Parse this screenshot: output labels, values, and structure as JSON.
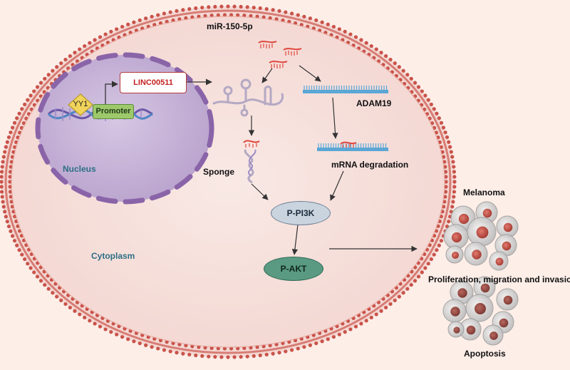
{
  "labels": {
    "mirna": "miR-150-5p",
    "lncrna": "LINC00511",
    "tf": "YY1",
    "promoter": "Promoter",
    "target_gene": "ADAM19",
    "mrna_degradation": "mRNA degradation",
    "sponge": "Sponge",
    "nucleus": "Nucleus",
    "cytoplasm": "Cytoplasm",
    "p_pi3k": "P-PI3K",
    "p_akt": "P-AKT",
    "melanoma": "Melanoma",
    "phenotype": "Proliferation, migration and invasion",
    "apoptosis": "Apoptosis"
  },
  "colors": {
    "background": "#fdeee8",
    "cell_fill": "#f6e0dc",
    "membrane": "#c9534a",
    "nucleus_fill": "#c7b3d8",
    "nuclear_envelope": "#8a64a8",
    "mirna": "#e0463c",
    "mrna": "#5aa7d6",
    "lncrna": "#b4a9c4",
    "p_pi3k": "#c9d4df",
    "p_akt": "#5a9a83"
  }
}
